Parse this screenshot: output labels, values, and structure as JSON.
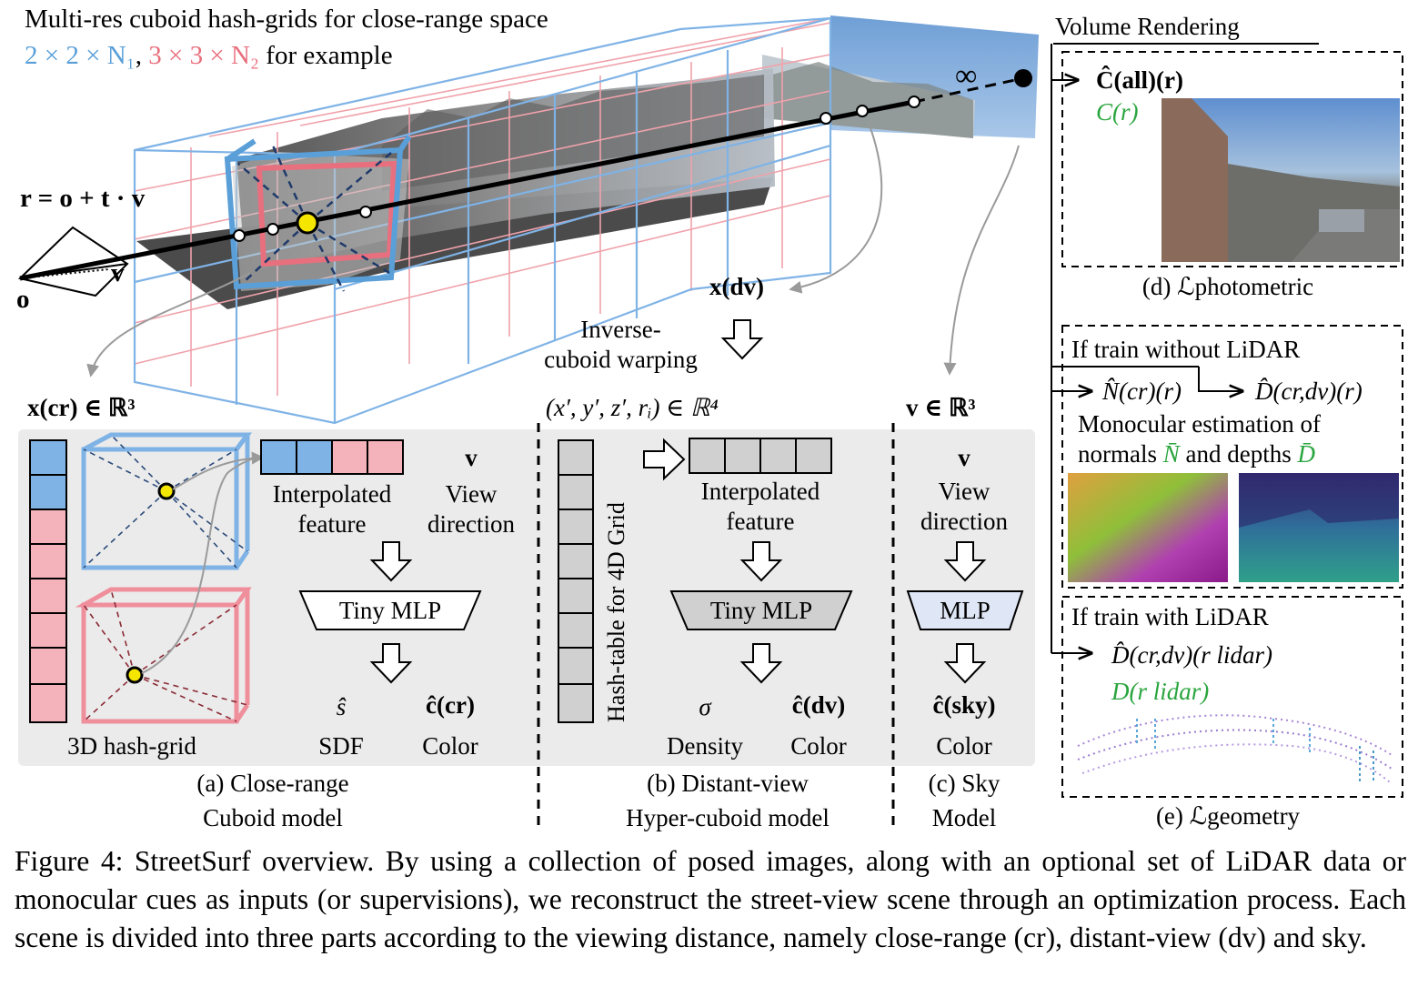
{
  "header": {
    "line1": "Multi-res cuboid hash-grids for close-range space",
    "blue_part": "2 × 2 × N₁",
    "comma": ",",
    "pink_part": "3 × 3 × N₂",
    "suffix": "for example"
  },
  "ray_eq": "r = o + t · v",
  "labels": {
    "o": "o",
    "v": "v",
    "infinity": "∞",
    "x_dv": "x(dv)",
    "inverse_warp": [
      "Inverse-",
      "cuboid warping"
    ],
    "x_cr_domain": "x(cr) ∈ ℝ³",
    "x_prime_domain": "(x′, y′, z′, rᵢ) ∈ ℝ⁴",
    "v_domain": "v ∈ ℝ³"
  },
  "panel_a": {
    "hash_grid_label": "3D hash-grid",
    "interp_feature": [
      "Interpolated",
      "feature"
    ],
    "v_label": "v",
    "view_direction": [
      "View",
      "direction"
    ],
    "mlp": "Tiny MLP",
    "out1_symbol": "ŝ",
    "out1_label": "SDF",
    "out2_symbol": "ĉ(cr)",
    "out2_label": "Color",
    "caption": [
      "(a)  Close-range",
      "Cuboid model"
    ]
  },
  "panel_b": {
    "hash_table_label": "Hash-table for 4D Grid",
    "interp_feature": [
      "Interpolated",
      "feature"
    ],
    "mlp": "Tiny MLP",
    "out1_symbol": "σ",
    "out1_label": "Density",
    "out2_symbol": "ĉ(dv)",
    "out2_label": "Color",
    "caption": [
      "(b) Distant-view",
      "Hyper-cuboid model"
    ]
  },
  "panel_c": {
    "v_label": "v",
    "view_direction": [
      "View",
      "direction"
    ],
    "mlp": "MLP",
    "out_symbol": "ĉ(sky)",
    "out_label": "Color",
    "caption": [
      "(c) Sky",
      "Model"
    ]
  },
  "volume_rendering": {
    "title": "Volume Rendering",
    "c_hat_all": "Ĉ(all)(r)",
    "c_gt": "C(r)",
    "loss_d": "(d) ℒphotometric",
    "no_lidar_title": "If train without LiDAR",
    "n_hat": "N̂(cr)(r)",
    "d_hat": "D̂(cr,dv)(r)",
    "mono_line1": "Monocular estimation of",
    "mono_line2_a": "normals",
    "mono_N": "N̄",
    "mono_line2_b": "and depths",
    "mono_D": "D̄",
    "lidar_title": "If train with LiDAR",
    "d_hat_lidar": "D̂(cr,dv)(r lidar)",
    "d_lidar": "D(r lidar)",
    "loss_e": "(e) ℒgeometry"
  },
  "caption": {
    "text": "Figure 4: StreetSurf overview. By using a collection of posed images, along with an optional set of LiDAR data or monocular cues as inputs (or supervisions), we reconstruct the street-view scene through an optimization process. Each scene is divided into three parts according to the viewing distance, namely close-range (cr), distant-view (dv) and sky."
  },
  "colors": {
    "blue": "#5a9fd8",
    "pink": "#e8707e",
    "green": "#2aa53e",
    "panel_bg": "#ebebeb",
    "yellow": "#f5e600"
  }
}
